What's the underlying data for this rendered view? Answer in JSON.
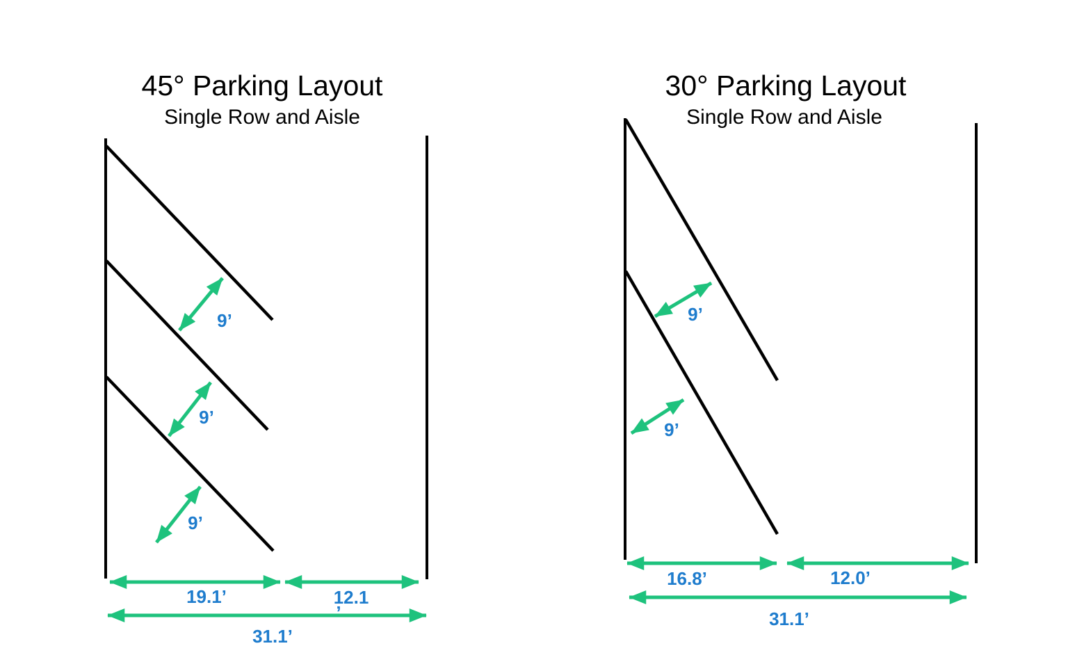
{
  "colors": {
    "arrow_green": "#1ec27d",
    "dimension_blue": "#1e7ccd",
    "line_black": "#000000",
    "background_white": "#ffffff"
  },
  "left_diagram": {
    "title": "45° Parking Layout",
    "subtitle": "Single Row and Aisle",
    "angle": "45°",
    "stall_width_labels": [
      "9’",
      "9’",
      "9’"
    ],
    "row_depth_label": "19.1’",
    "aisle_width_label_line1": "12.1",
    "aisle_width_label_line2": "’",
    "total_width_label": "31.1’"
  },
  "right_diagram": {
    "title": "30° Parking Layout",
    "subtitle": "Single Row and Aisle",
    "angle": "30°",
    "stall_width_labels": [
      "9’",
      "9’"
    ],
    "row_depth_label": "16.8’",
    "aisle_width_label": "12.0’",
    "total_width_label": "31.1’"
  }
}
